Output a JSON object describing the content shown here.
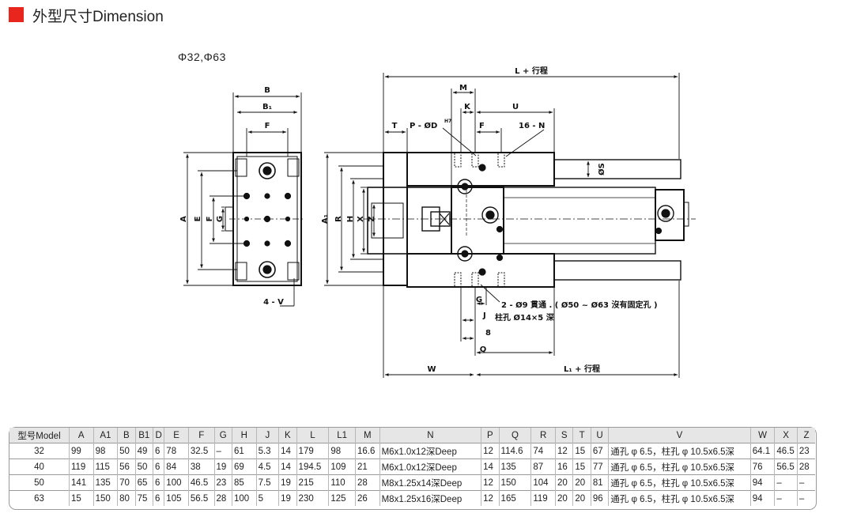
{
  "header": {
    "title": "外型尺寸Dimension",
    "accent": "#e8261e"
  },
  "size_label": "Φ32,Φ63",
  "drawing": {
    "B": "B",
    "B1": "B₁",
    "F": "F",
    "A": "A",
    "E": "E",
    "F2": "F",
    "G": "G",
    "V": "4 - V",
    "A1": "A₁",
    "R": "R",
    "H": "H",
    "X": "X",
    "Z": "Z",
    "L_stroke": "L + 行程",
    "M": "M",
    "K": "K",
    "U": "U",
    "T": "T",
    "PD": "P - ØD",
    "PD_sup": "H7",
    "F3": "F",
    "N16": "16 - N",
    "S": "ØS",
    "G2": "G",
    "J": "J",
    "eight": "8",
    "Q": "Q",
    "W": "W",
    "L1_stroke": "L₁ + 行程",
    "hole_note": "2 - Ø9 貫通 . ( Ø50 ~ Ø63 沒有固定孔 )",
    "cbore_note": "柱孔 Ø14×5 深"
  },
  "table": {
    "headers": [
      "型号Model",
      "A",
      "A1",
      "B",
      "B1",
      "D",
      "E",
      "F",
      "G",
      "H",
      "J",
      "K",
      "L",
      "L1",
      "M",
      "N",
      "P",
      "Q",
      "R",
      "S",
      "T",
      "U",
      "V",
      "W",
      "X",
      "Z"
    ],
    "rows": [
      [
        "32",
        "99",
        "98",
        "50",
        "49",
        "6",
        "78",
        "32.5",
        "–",
        "61",
        "5.3",
        "14",
        "179",
        "98",
        "16.6",
        "M6x1.0x12深Deep",
        "12",
        "114.6",
        "74",
        "12",
        "15",
        "67",
        "通孔 φ 6.5，柱孔 φ 10.5x6.5深",
        "64.1",
        "46.5",
        "23"
      ],
      [
        "40",
        "119",
        "115",
        "56",
        "50",
        "6",
        "84",
        "38",
        "19",
        "69",
        "4.5",
        "14",
        "194.5",
        "109",
        "21",
        "M6x1.0x12深Deep",
        "14",
        "135",
        "87",
        "16",
        "15",
        "77",
        "通孔 φ 6.5，柱孔 φ 10.5x6.5深",
        "76",
        "56.5",
        "28"
      ],
      [
        "50",
        "141",
        "135",
        "70",
        "65",
        "6",
        "100",
        "46.5",
        "23",
        "85",
        "7.5",
        "19",
        "215",
        "110",
        "28",
        "M8x1.25x14深Deep",
        "12",
        "150",
        "104",
        "20",
        "20",
        "81",
        "通孔 φ 6.5，柱孔 φ 10.5x6.5深",
        "94",
        "–",
        "–"
      ],
      [
        "63",
        "15",
        "150",
        "80",
        "75",
        "6",
        "105",
        "56.5",
        "28",
        "100",
        "5",
        "19",
        "230",
        "125",
        "26",
        "M8x1.25x16深Deep",
        "12",
        "165",
        "119",
        "20",
        "20",
        "96",
        "通孔 φ 6.5，柱孔 φ 10.5x6.5深",
        "94",
        "–",
        "–"
      ]
    ]
  }
}
